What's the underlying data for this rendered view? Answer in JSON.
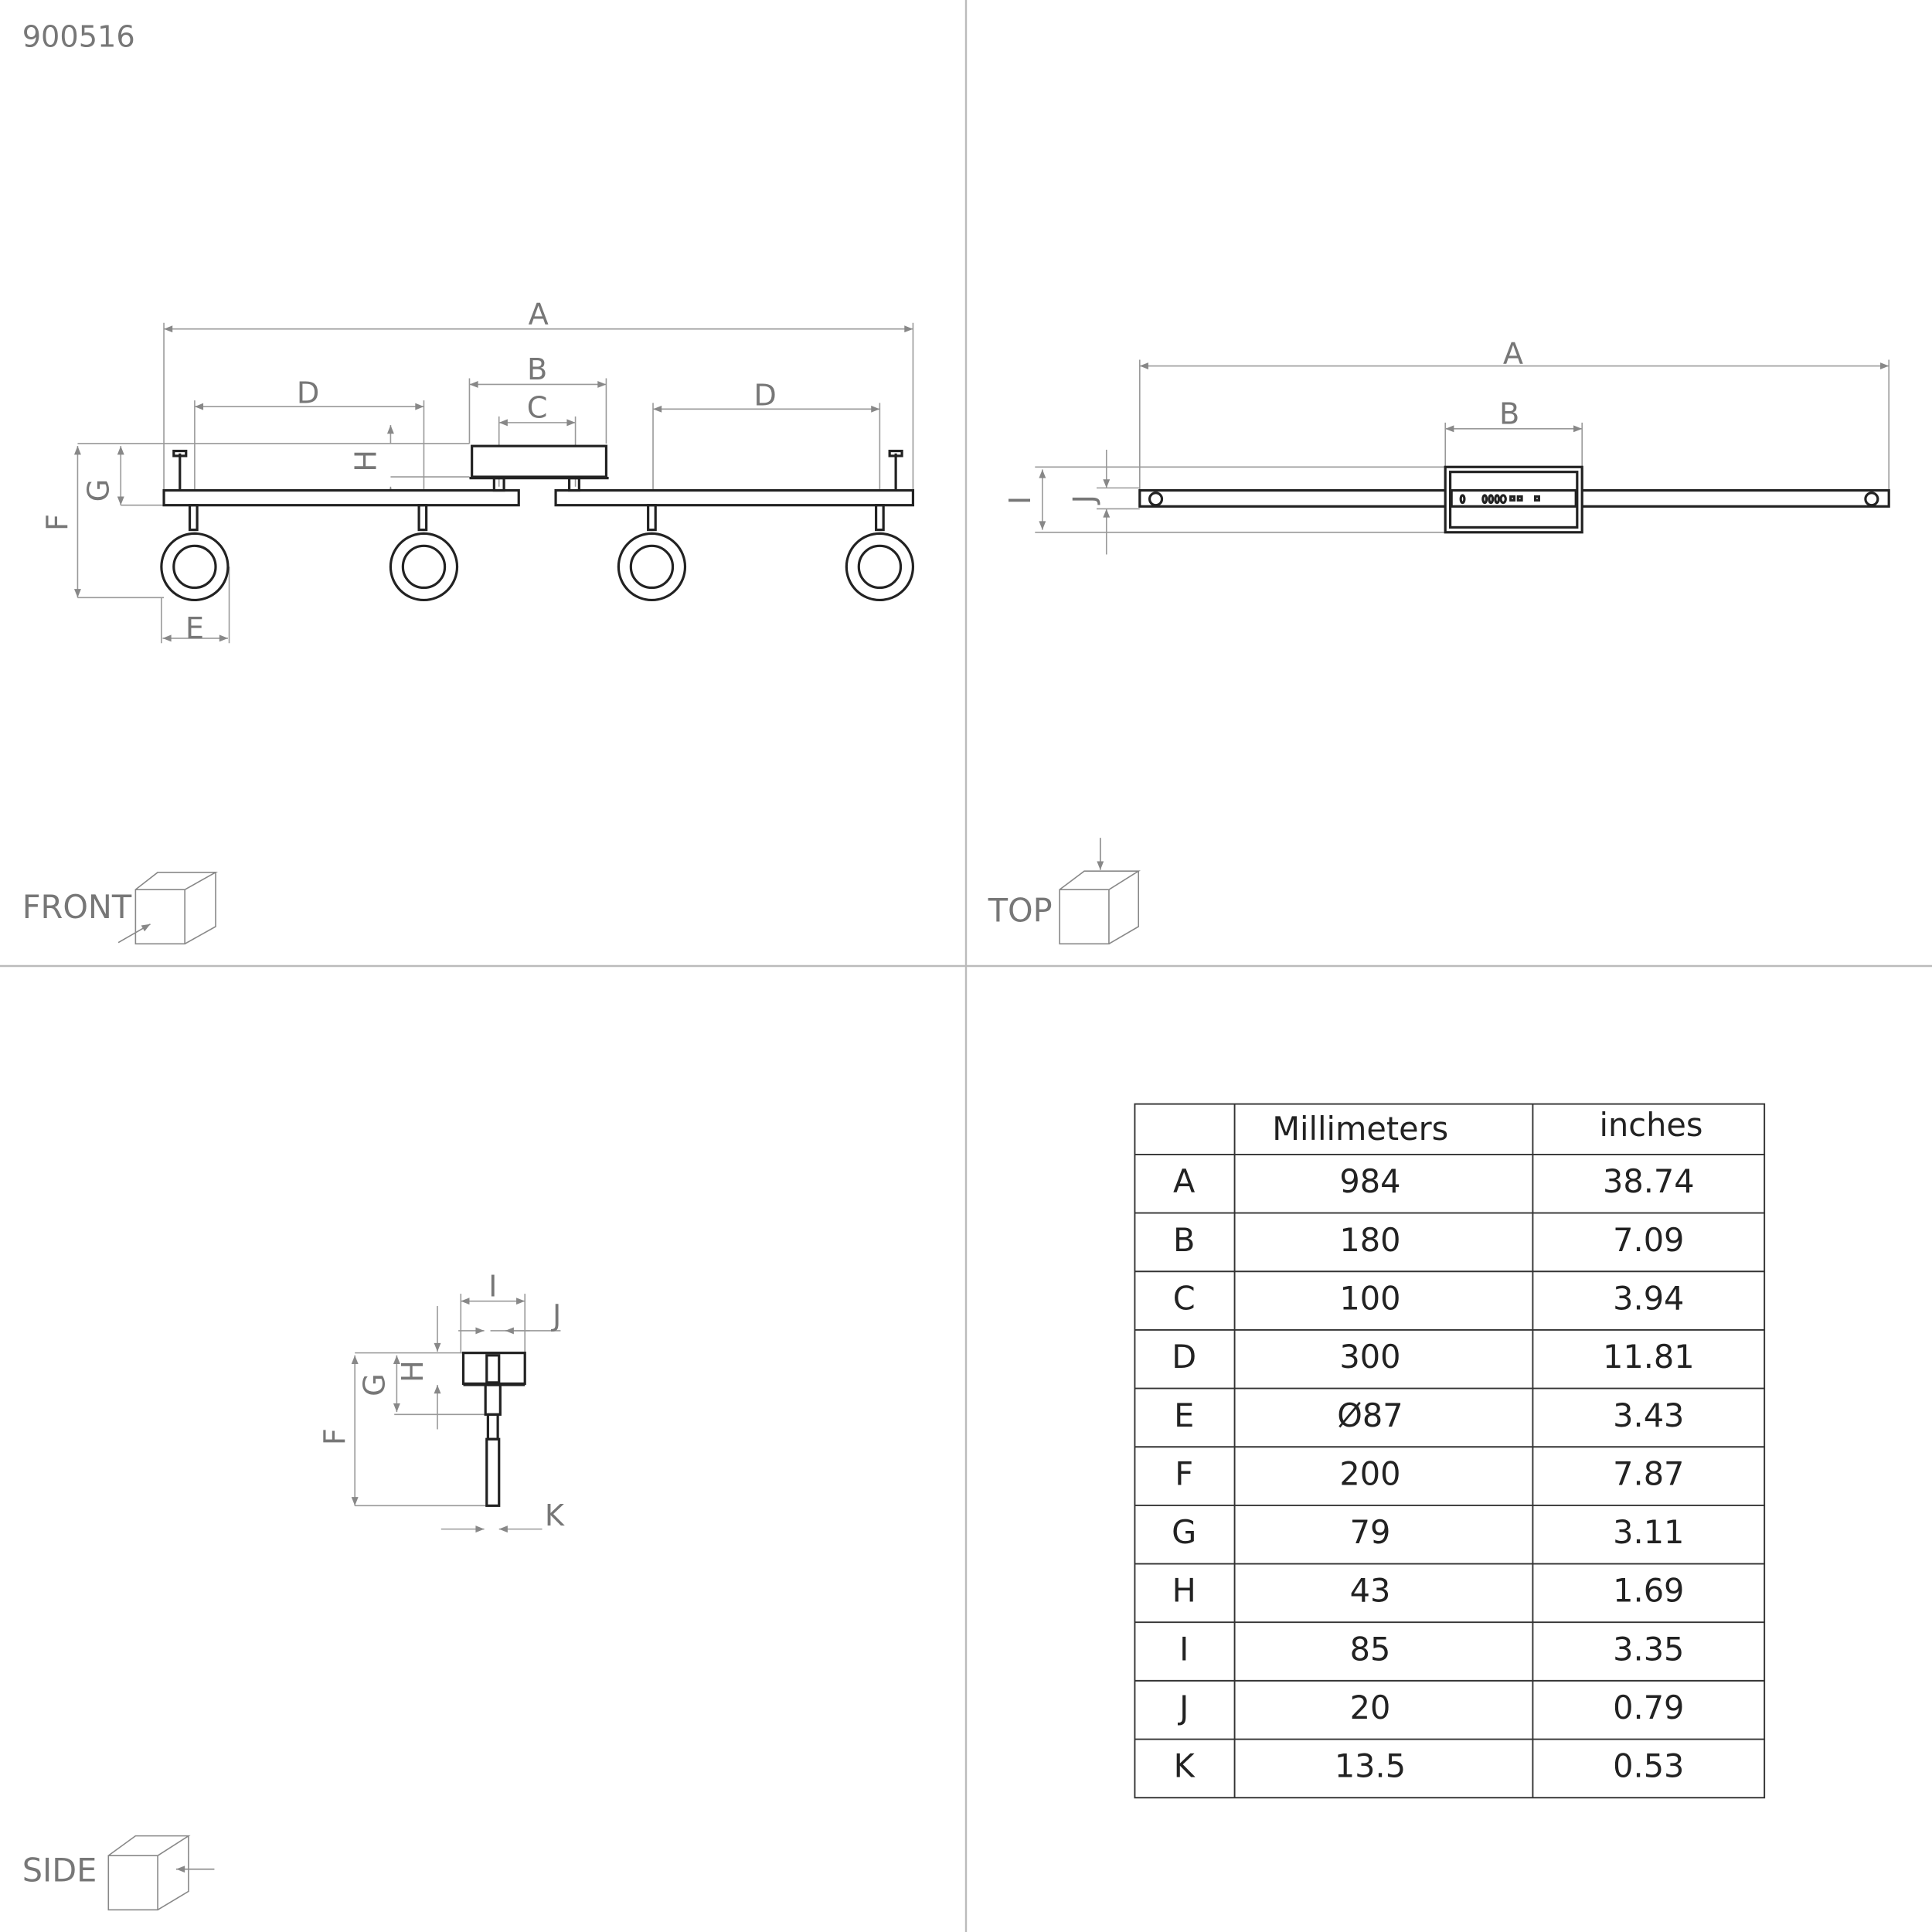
{
  "product_code": "900516",
  "views": {
    "front": "FRONT",
    "top": "TOP",
    "side": "SIDE"
  },
  "dims": {
    "A": "A",
    "B": "B",
    "C": "C",
    "D": "D",
    "E": "E",
    "F": "F",
    "G": "G",
    "H": "H",
    "I": "I",
    "J": "J",
    "K": "K"
  },
  "table": {
    "headers": [
      "",
      "Millimeters",
      "inches"
    ],
    "rows": [
      [
        "A",
        "984",
        "38.74"
      ],
      [
        "B",
        "180",
        "7.09"
      ],
      [
        "C",
        "100",
        "3.94"
      ],
      [
        "D",
        "300",
        "11.81"
      ],
      [
        "E",
        "Ø87",
        "3.43"
      ],
      [
        "F",
        "200",
        "7.87"
      ],
      [
        "G",
        "79",
        "3.11"
      ],
      [
        "H",
        "43",
        "1.69"
      ],
      [
        "I",
        "85",
        "3.35"
      ],
      [
        "J",
        "20",
        "0.79"
      ],
      [
        "K",
        "13.5",
        "0.53"
      ]
    ]
  },
  "colors": {
    "line": "#222222",
    "dimension": "#999999",
    "label": "#777777"
  }
}
